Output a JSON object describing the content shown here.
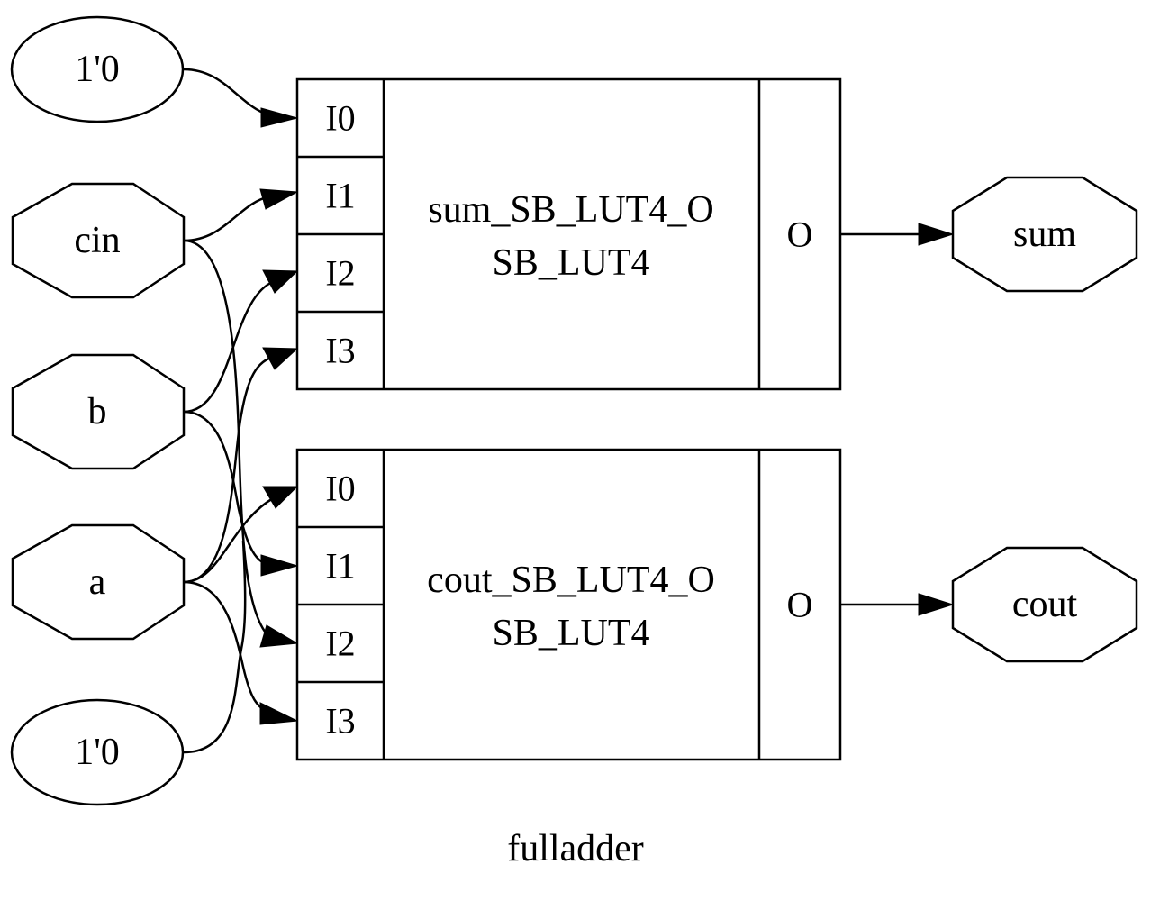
{
  "graph": {
    "caption": "fulladder"
  },
  "inputs": {
    "const_top": "1'0",
    "cin": "cin",
    "b": "b",
    "a": "a",
    "const_bottom": "1'0"
  },
  "cells": [
    {
      "id": "sum_lut",
      "name": "sum_SB_LUT4_O",
      "type": "SB_LUT4",
      "inputs": [
        "I0",
        "I1",
        "I2",
        "I3"
      ],
      "output": "O"
    },
    {
      "id": "cout_lut",
      "name": "cout_SB_LUT4_O",
      "type": "SB_LUT4",
      "inputs": [
        "I0",
        "I1",
        "I2",
        "I3"
      ],
      "output": "O"
    }
  ],
  "outputs": {
    "sum": "sum",
    "cout": "cout"
  },
  "connections": [
    {
      "from": "const_top",
      "to": "sum_SB_LUT4_O.I0"
    },
    {
      "from": "cin",
      "to": "sum_SB_LUT4_O.I1"
    },
    {
      "from": "b",
      "to": "sum_SB_LUT4_O.I2"
    },
    {
      "from": "a",
      "to": "sum_SB_LUT4_O.I3"
    },
    {
      "from": "a",
      "to": "cout_SB_LUT4_O.I0"
    },
    {
      "from": "b",
      "to": "cout_SB_LUT4_O.I1"
    },
    {
      "from": "cin",
      "to": "cout_SB_LUT4_O.I2"
    },
    {
      "from": "const_bottom",
      "to": "cout_SB_LUT4_O.I3"
    },
    {
      "from": "sum_SB_LUT4_O.O",
      "to": "sum"
    },
    {
      "from": "cout_SB_LUT4_O.O",
      "to": "cout"
    }
  ]
}
